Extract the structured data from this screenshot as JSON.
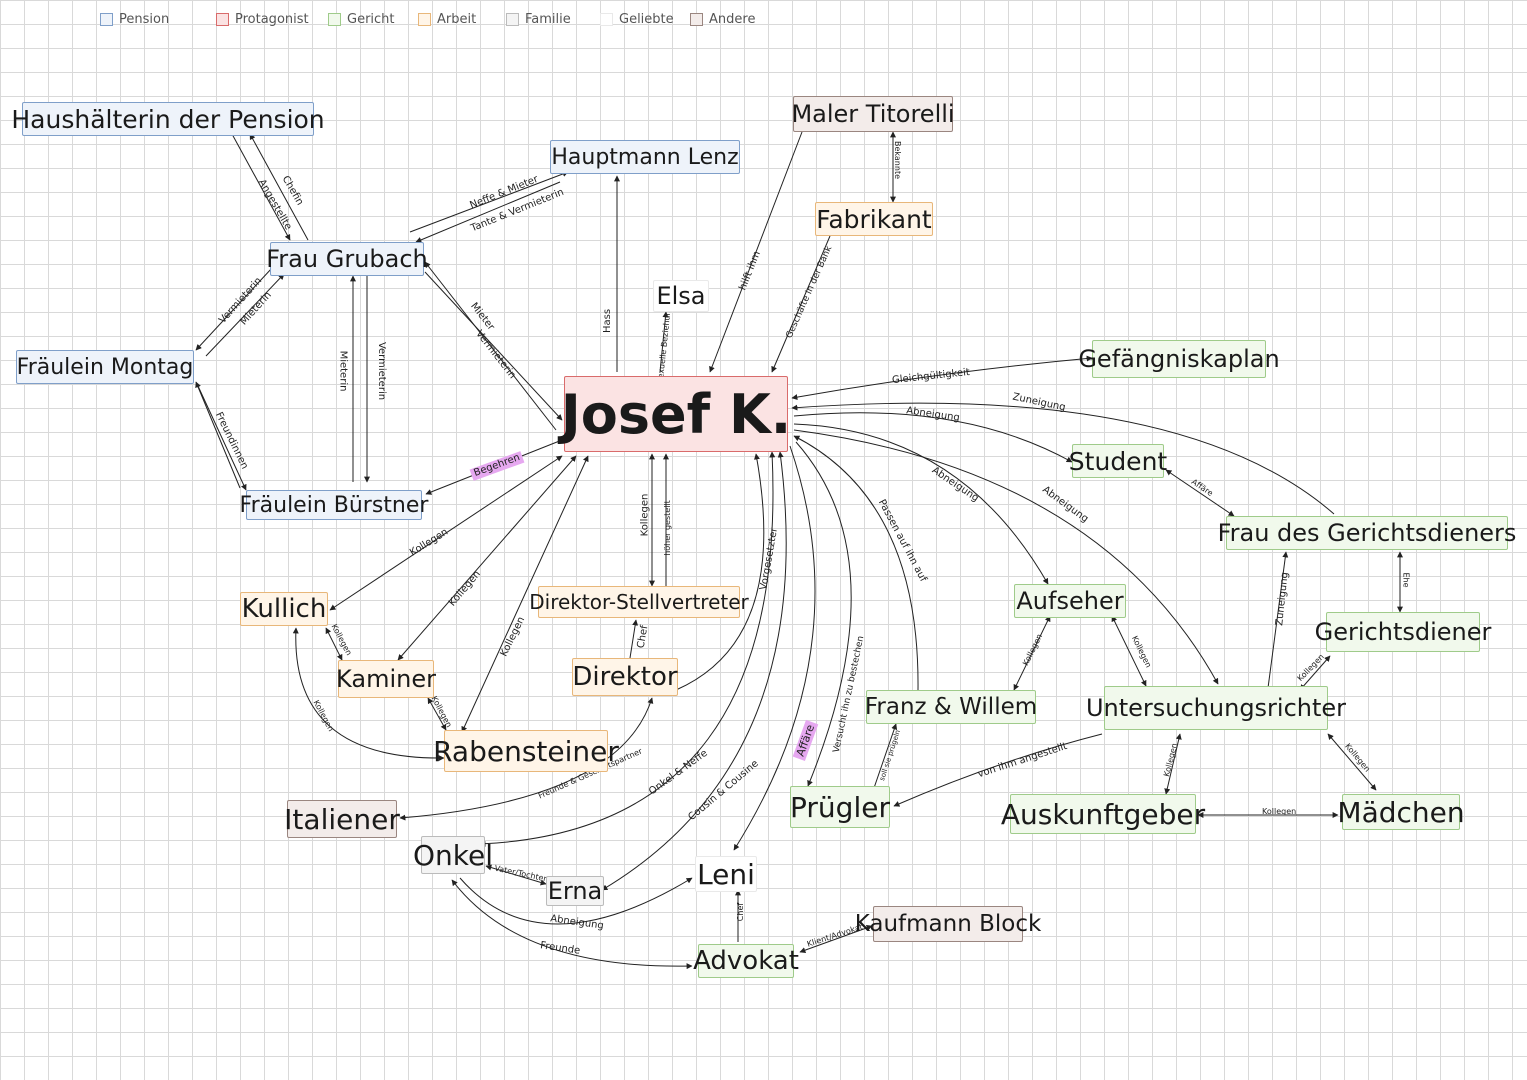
{
  "legend": [
    {
      "label": "Pension",
      "color": "#7f9fc9"
    },
    {
      "label": "Protagonist",
      "color": "#d96b6b"
    },
    {
      "label": "Gericht",
      "color": "#9fcb8a"
    },
    {
      "label": "Arbeit",
      "color": "#e8b77a"
    },
    {
      "label": "Familie",
      "color": "#bbbbbb"
    },
    {
      "label": "Geliebte",
      "color": "#e9e9e9"
    },
    {
      "label": "Andere",
      "color": "#9a8680"
    }
  ],
  "nodes": {
    "haushaelterin": "Haushälterin der Pension",
    "hauptmann": "Hauptmann Lenz",
    "maler": "Maler Titorelli",
    "fabrikant": "Fabrikant",
    "grubach": "Frau Grubach",
    "elsa": "Elsa",
    "montag": "Fräulein Montag",
    "josef": "Josef K.",
    "kaplan": "Gefängniskaplan",
    "student": "Student",
    "buerstner": "Fräulein Bürstner",
    "fraugd": "Frau des Gerichtsdieners",
    "kullich": "Kullich",
    "direktorstv": "Direktor-Stellvertreter",
    "aufseher": "Aufseher",
    "gerichtsdiener": "Gerichtsdiener",
    "kaminer": "Kaminer",
    "direktor": "Direktor",
    "franzwillem": "Franz & Willem",
    "untersuchungsrichter": "Untersuchungsrichter",
    "rabensteiner": "Rabensteiner",
    "pruegler": "Prügler",
    "auskunftgeber": "Auskunftgeber",
    "maedchen": "Mädchen",
    "italiener": "Italiener",
    "onkel": "Onkel",
    "leni": "Leni",
    "erna": "Erna",
    "kaufmann": "Kaufmann Block",
    "advokat": "Advokat"
  },
  "edge_labels": {
    "chefin": "Chefin",
    "angestellte": "Angestellte",
    "neffe_mieter": "Neffe & Mieter",
    "tante_vermieterin": "Tante & Vermieterin",
    "vermieterin_montag": "Vermieterin",
    "mieterin_montag": "Mieterin",
    "mieterin_buerstner": "Mieterin",
    "vermieterin_buerstner": "Vermieterin",
    "mieter_josef": "Mieter",
    "vermieterin_josef": "Vermieterin",
    "freundinnen": "Freundinnen",
    "begehren": "Begehren",
    "hass": "Hass",
    "sexuelle_beziehung": "sexuelle Beziehung",
    "hilft_ihm": "hilft ihm",
    "geschaefte": "Geschäfte in der Bank",
    "bekannte": "Bekannte",
    "gleichgueltigkeit": "Gleichgültigkeit",
    "zuneigung_fgd": "Zuneigung",
    "abneigung_student": "Abneigung",
    "abneigung_aufseher": "Abneigung",
    "abneigung_ur": "Abneigung",
    "affaere_student": "Affäre",
    "passen_auf": "Passen auf ihn auf",
    "kollegen_kullich": "Kollegen",
    "kollegen_kaminer": "Kollegen",
    "kollegen_rabensteiner": "Kollegen",
    "kollegen_dstv": "Kollegen",
    "hoeher_gestellt": "höher gestellt",
    "vorgesetzter": "Vorgesetzter",
    "chef_direktor": "Chef",
    "kollegen_kk": "Kollegen",
    "kollegen_kr": "Kollegen",
    "kollegen_kur": "Kollegen",
    "ehe": "Ehe",
    "zuneigung_ur": "Zuneigung",
    "kollegen_auf_fw": "Kollegen",
    "kollegen_auf_ur": "Kollegen",
    "kollegen_ur_gd": "Kollegen",
    "kollegen_ur_ag": "Kollegen",
    "kollegen_ur_md": "Kollegen",
    "kollegen_ag_md": "Kollegen",
    "von_ihm_angestellt": "von ihm angestellt",
    "versucht_bestechen": "Versucht ihn zu bestechen",
    "soll_pruegeln": "soll sie prügeln",
    "affaere_leni": "Affäre",
    "freunde_geschaeftspartner": "Freunde & Geschäftspartner",
    "onkel_neffe": "Onkel & Neffe",
    "cousin_cousine": "Cousin & Cousine",
    "vater_tochter": "Vater/Tochter",
    "abneigung_onkel_leni": "Abneigung",
    "freunde_onkel_advokat": "Freunde",
    "chef_advokat": "Chef",
    "klient_advokat": "Klient/Advokat"
  }
}
